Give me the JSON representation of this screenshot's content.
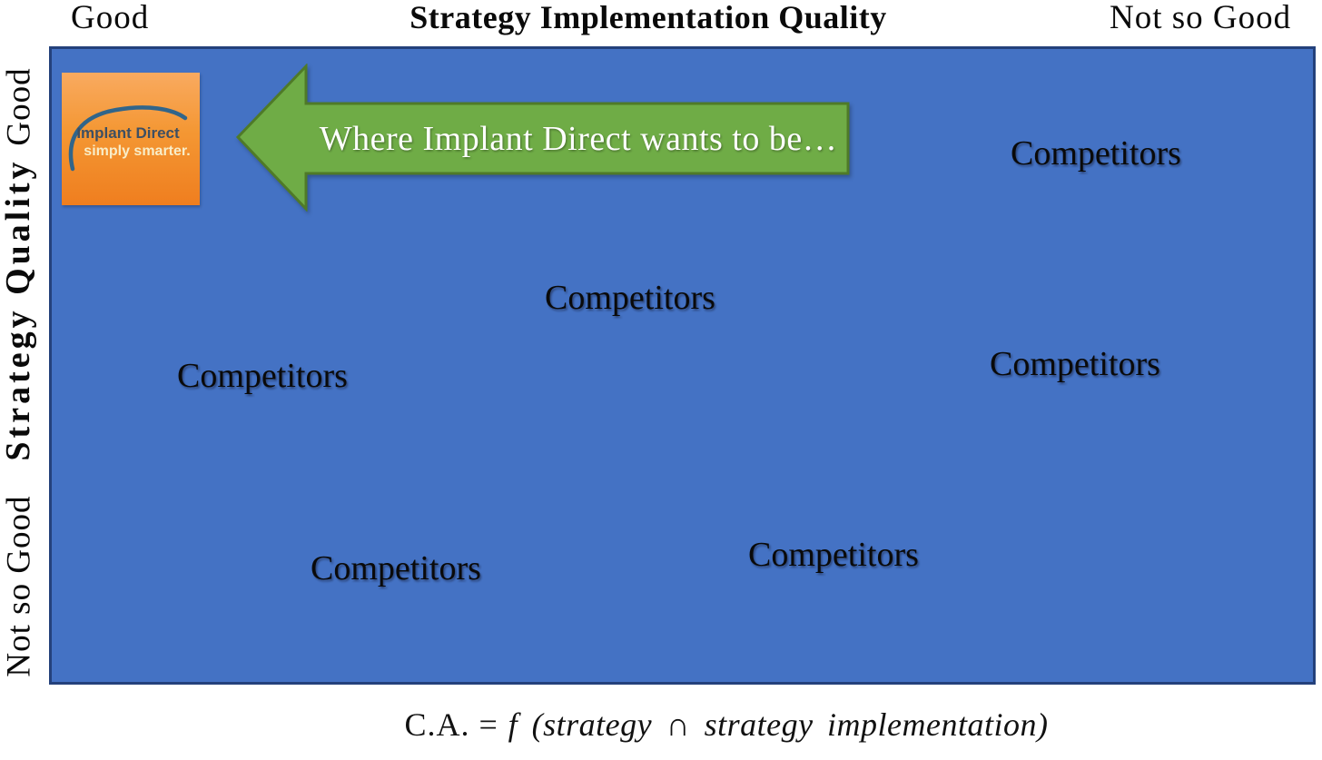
{
  "slide": {
    "top_axis": {
      "left_label": "Good",
      "title": "Strategy Implementation Quality",
      "right_label": "Not so Good"
    },
    "left_axis": {
      "top_label": "Good",
      "title": "Strategy Quality",
      "bottom_label": "Not so Good"
    },
    "logo": {
      "line1": "Implant Direct",
      "line2": "simply smarter."
    },
    "arrow": {
      "label": "Where Implant Direct wants to be…"
    },
    "competitors": [
      {
        "label": "Competitors",
        "position": "upper-right"
      },
      {
        "label": "Competitors",
        "position": "middle-center"
      },
      {
        "label": "Competitors",
        "position": "middle-left"
      },
      {
        "label": "Competitors",
        "position": "middle-right"
      },
      {
        "label": "Competitors",
        "position": "lower-center"
      },
      {
        "label": "Competitors",
        "position": "lower-left"
      }
    ],
    "formula": {
      "lhs": "C.A. =",
      "rhs": "f (strategy ∩ strategy implementation)"
    },
    "colors": {
      "matrix_fill": "#4472C4",
      "matrix_border": "#24417B",
      "arrow_fill": "#6FAC46",
      "arrow_border": "#4F7A28",
      "arrow_text": "#FFFFFF",
      "logo_orange_top": "#F9AA60",
      "logo_orange_bottom": "#EF7E1F",
      "logo_swoosh": "#31658A",
      "logo_text": "#3D4F63",
      "logo_tagline": "#F8EDC8",
      "label_text": "#0A0A0A"
    }
  }
}
